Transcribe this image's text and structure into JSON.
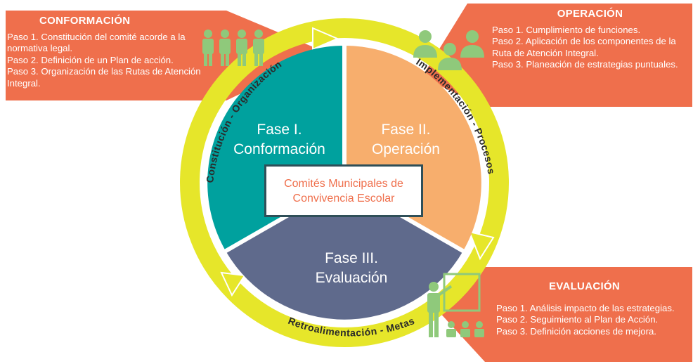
{
  "conformacion": {
    "title": "CONFORMACIÓN",
    "steps": [
      "Paso 1. Constitución del comité acorde a la normativa legal.",
      "Paso 2. Definición de un Plan de acción.",
      "Paso 3. Organización de las Rutas de Atención Integral."
    ]
  },
  "operacion": {
    "title": "OPERACIÓN",
    "steps": [
      "Paso 1. Cumplimiento de funciones.",
      "Paso 2. Aplicación de los componentes de la Ruta de Atención Integral.",
      "Paso 3. Planeación de estrategias puntuales."
    ]
  },
  "evaluacion": {
    "title": "EVALUACIÓN",
    "steps": [
      "Paso 1. Análisis impacto de las estrategias.",
      "Paso 2. Seguimiento al Plan de Acción.",
      "Paso 3. Definición acciones de mejora."
    ]
  },
  "phases": {
    "p1_line1": "Fase I.",
    "p1_line2": "Conformación",
    "p2_line1": "Fase II.",
    "p2_line2": "Operación",
    "p3_line1": "Fase III.",
    "p3_line2": "Evaluación"
  },
  "center": {
    "line1": "Comités Municipales de",
    "line2": "Convivencia Escolar"
  },
  "arcs": {
    "left": "Constitución - Organización",
    "right": "Implementación - Procesos",
    "bottom": "Retroalimentación - Metas"
  },
  "colors": {
    "panel": "#ef6f4c",
    "ring": "#e6e62a",
    "phase1": "#00a19e",
    "phase2": "#f7ae6d",
    "phase3": "#5f6a8c",
    "icons": "#8fc97b",
    "center_text": "#ef6f4c",
    "center_border": "#2f4f58"
  },
  "icons": [
    "people-group-icon",
    "team-icon",
    "teacher-board-icon"
  ]
}
